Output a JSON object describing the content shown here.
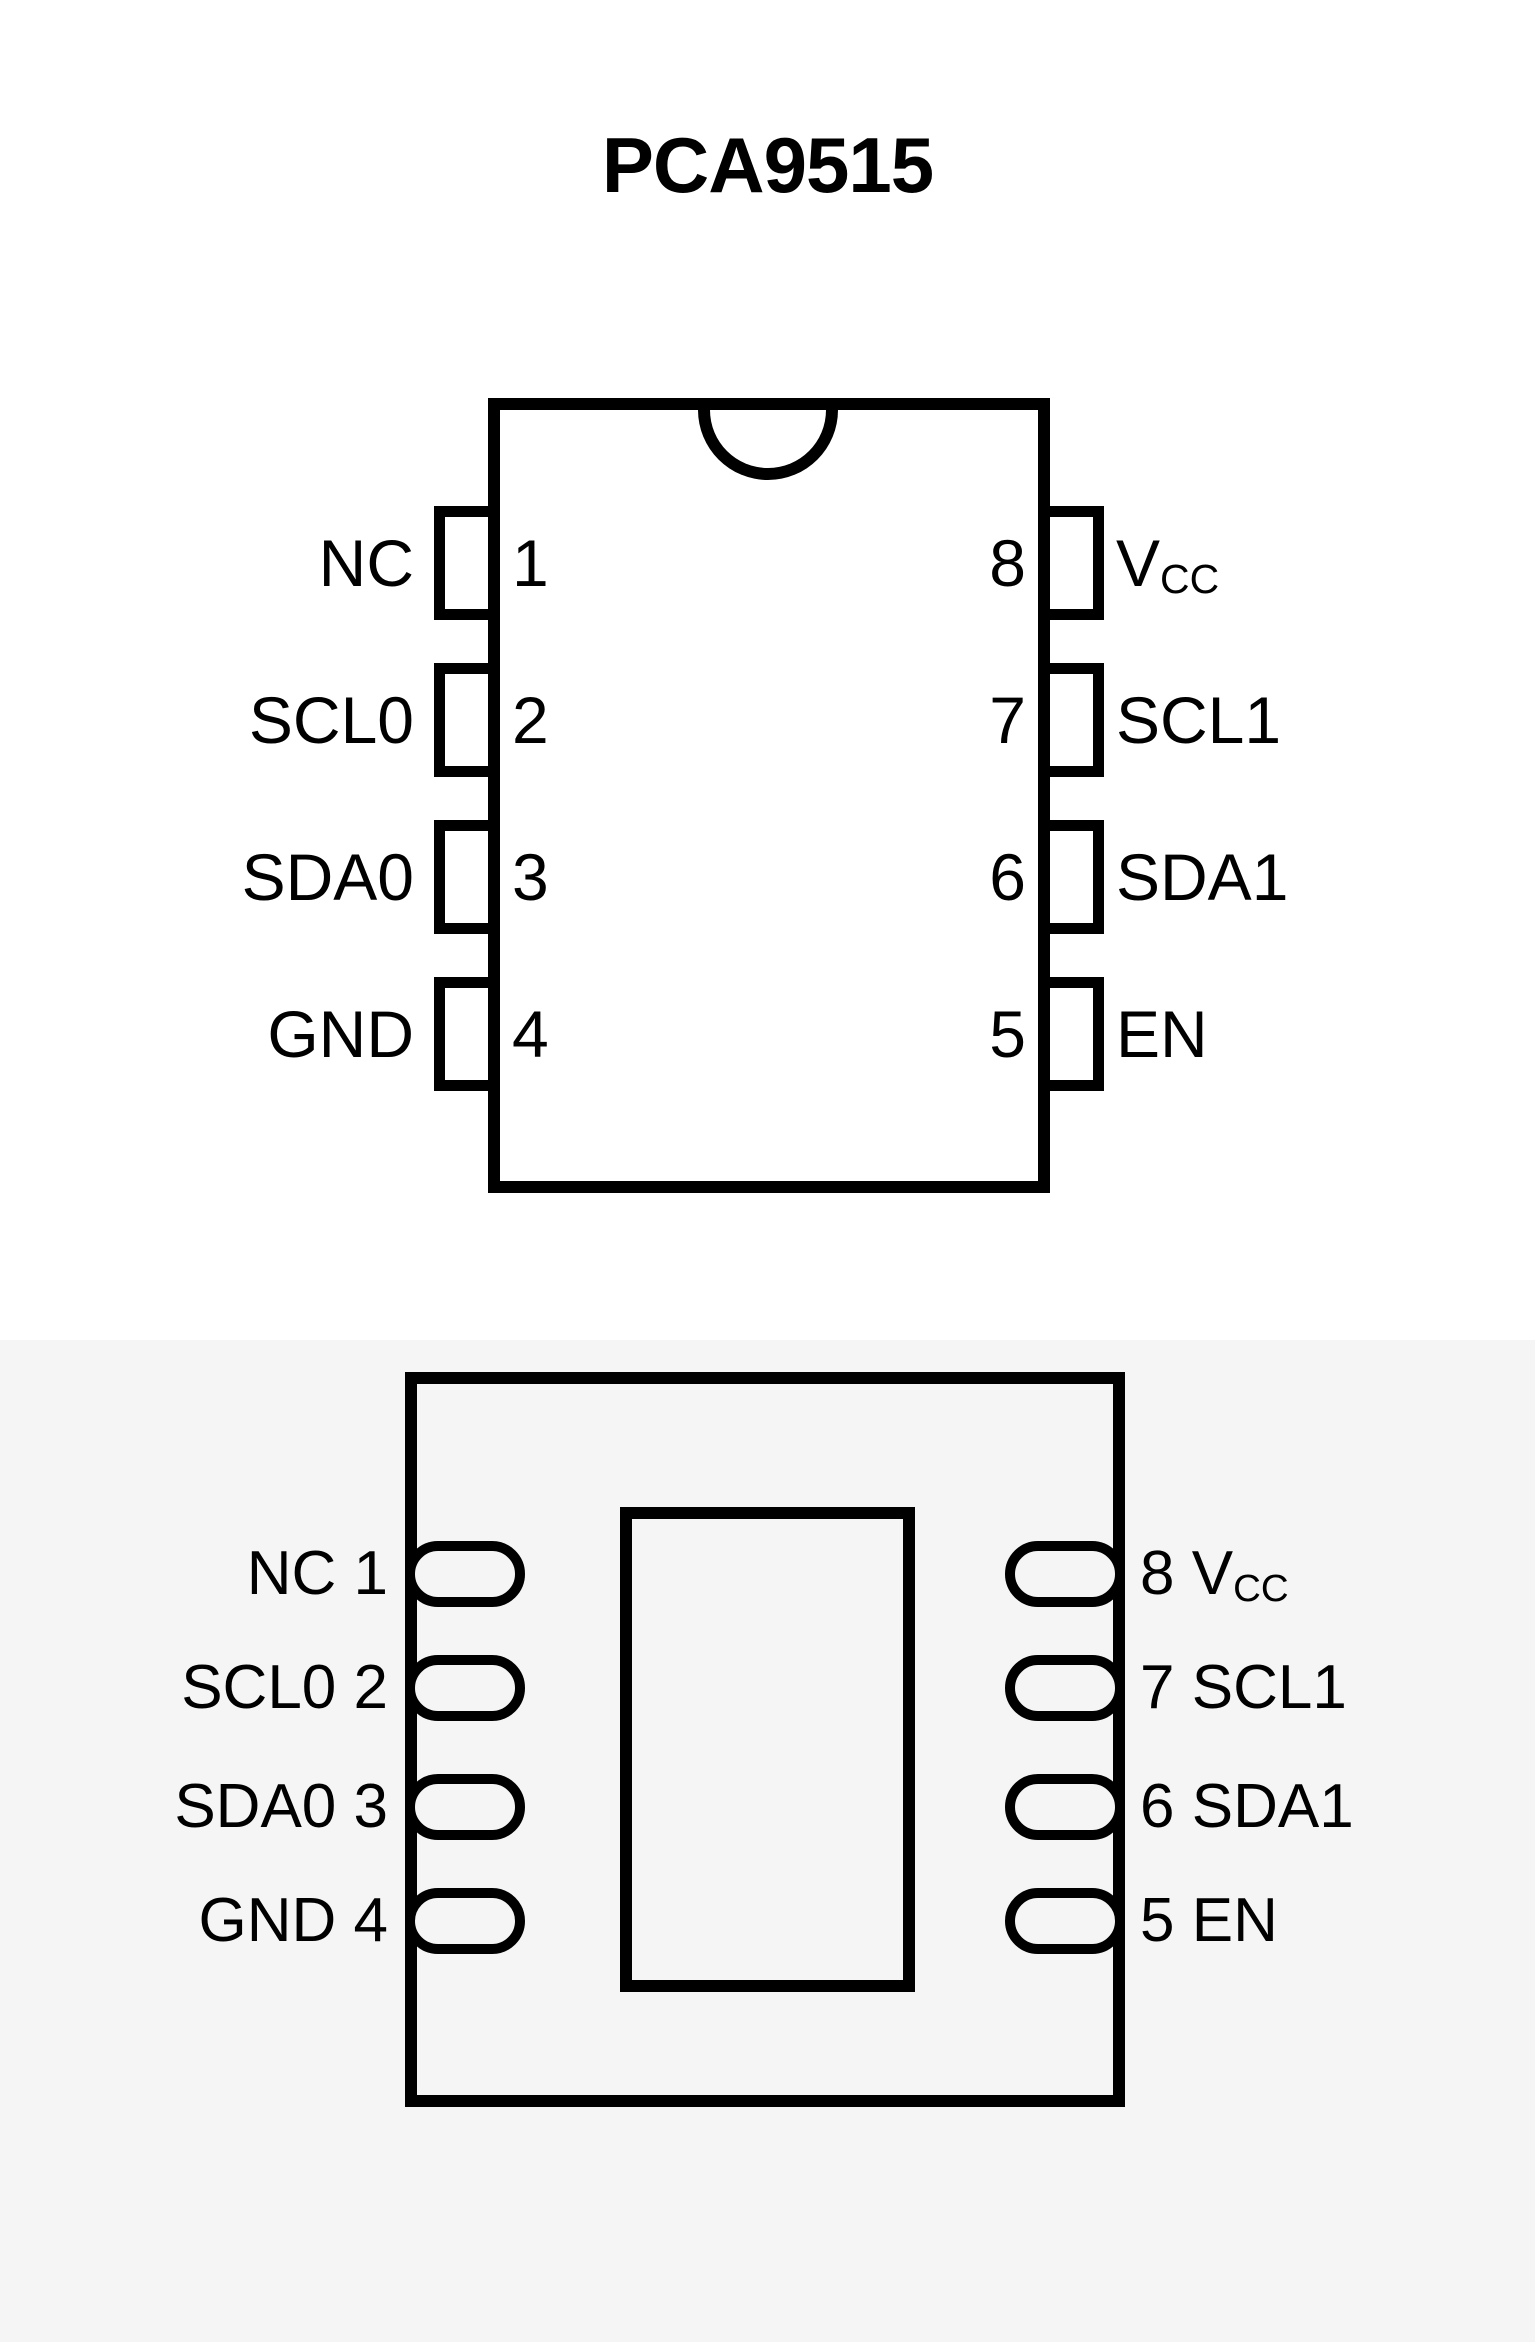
{
  "title": "PCA9515",
  "colors": {
    "line": "#000000",
    "text": "#000000",
    "lower_panel_bg": "#f5f5f6"
  },
  "pins": {
    "left": [
      {
        "label": "NC",
        "number": "1"
      },
      {
        "label": "SCL0",
        "number": "2"
      },
      {
        "label": "SDA0",
        "number": "3"
      },
      {
        "label": "GND",
        "number": "4"
      }
    ],
    "right": [
      {
        "label": "V",
        "sub": "CC",
        "number": "8"
      },
      {
        "label": "SCL1",
        "sub": "",
        "number": "7"
      },
      {
        "label": "SDA1",
        "sub": "",
        "number": "6"
      },
      {
        "label": "EN",
        "sub": "",
        "number": "5"
      }
    ]
  }
}
